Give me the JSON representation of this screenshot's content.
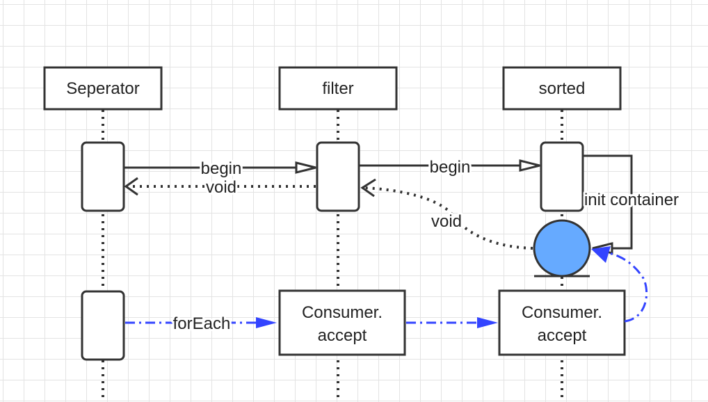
{
  "participants": {
    "seperator": "Seperator",
    "filter": "filter",
    "sorted": "sorted"
  },
  "messages": {
    "begin_1": "begin",
    "void_1": "void",
    "begin_2": "begin",
    "void_2": "void",
    "init_container": "init container",
    "for_each": "forEach"
  },
  "boxes": {
    "filter_accept_line1": "Consumer.",
    "filter_accept_line2": "accept",
    "sorted_accept_line1": "Consumer.",
    "sorted_accept_line2": "accept"
  },
  "colors": {
    "line": "#333333",
    "dash_blue": "#3344ff",
    "container_fill": "#66aaff",
    "grid": "#e3e3e3"
  }
}
